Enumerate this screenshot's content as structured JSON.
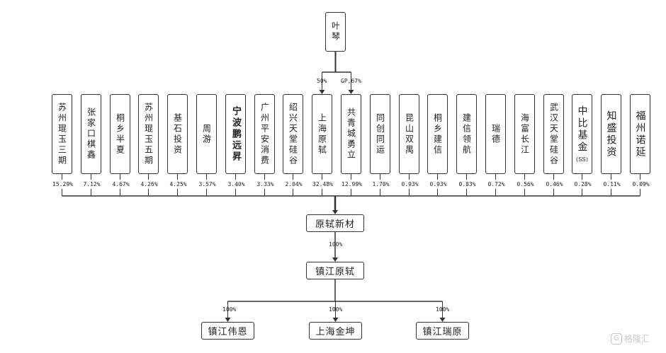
{
  "top": {
    "name": "叶琴"
  },
  "top_edges": {
    "left_label": "50%",
    "right_label": "GP,67%"
  },
  "shareholders": [
    {
      "name": "苏州琨玉三期",
      "pct": "15.29%"
    },
    {
      "name": "张家口棋鑫",
      "pct": "7.12%"
    },
    {
      "name": "桐乡半夏",
      "pct": "4.67%"
    },
    {
      "name": "苏州琨玉五期",
      "pct": "4.26%"
    },
    {
      "name": "基石投资",
      "pct": "4.25%"
    },
    {
      "name": "周游",
      "pct": "3.57%"
    },
    {
      "name": "宁波鹏远昇",
      "pct": "3.40%"
    },
    {
      "name": "广州平安消费",
      "pct": "3.33%"
    },
    {
      "name": "绍兴天堂硅谷",
      "pct": "2.04%"
    },
    {
      "name": "上海原轼",
      "pct": "32.48%"
    },
    {
      "name": "共青城勇立",
      "pct": "12.99%"
    },
    {
      "name": "同创同运",
      "pct": "1.70%"
    },
    {
      "name": "昆山双禺",
      "pct": "0.93%"
    },
    {
      "name": "桐乡建信",
      "pct": "0.93%"
    },
    {
      "name": "建信领航",
      "pct": "0.83%"
    },
    {
      "name": "瑞德",
      "pct": "0.72%"
    },
    {
      "name": "海富长江",
      "pct": "0.56%"
    },
    {
      "name": "武汉天堂硅谷",
      "pct": "0.46%"
    },
    {
      "name": "中比基金",
      "sub": "(SS)",
      "pct": "0.28%"
    },
    {
      "name": "知盛投资",
      "pct": "0.11%"
    },
    {
      "name": "福州诺延",
      "pct": "0.09%"
    }
  ],
  "company": {
    "name": "原轼新材"
  },
  "sub1": {
    "name": "镇江原轼",
    "pct": "100%"
  },
  "subsidiaries": [
    {
      "name": "镇江伟恩",
      "pct": "100%"
    },
    {
      "name": "上海金坤",
      "pct": "100%"
    },
    {
      "name": "镇江瑞原",
      "pct": "100%"
    }
  ],
  "watermark": {
    "logo": "G",
    "text": "格隆汇"
  }
}
